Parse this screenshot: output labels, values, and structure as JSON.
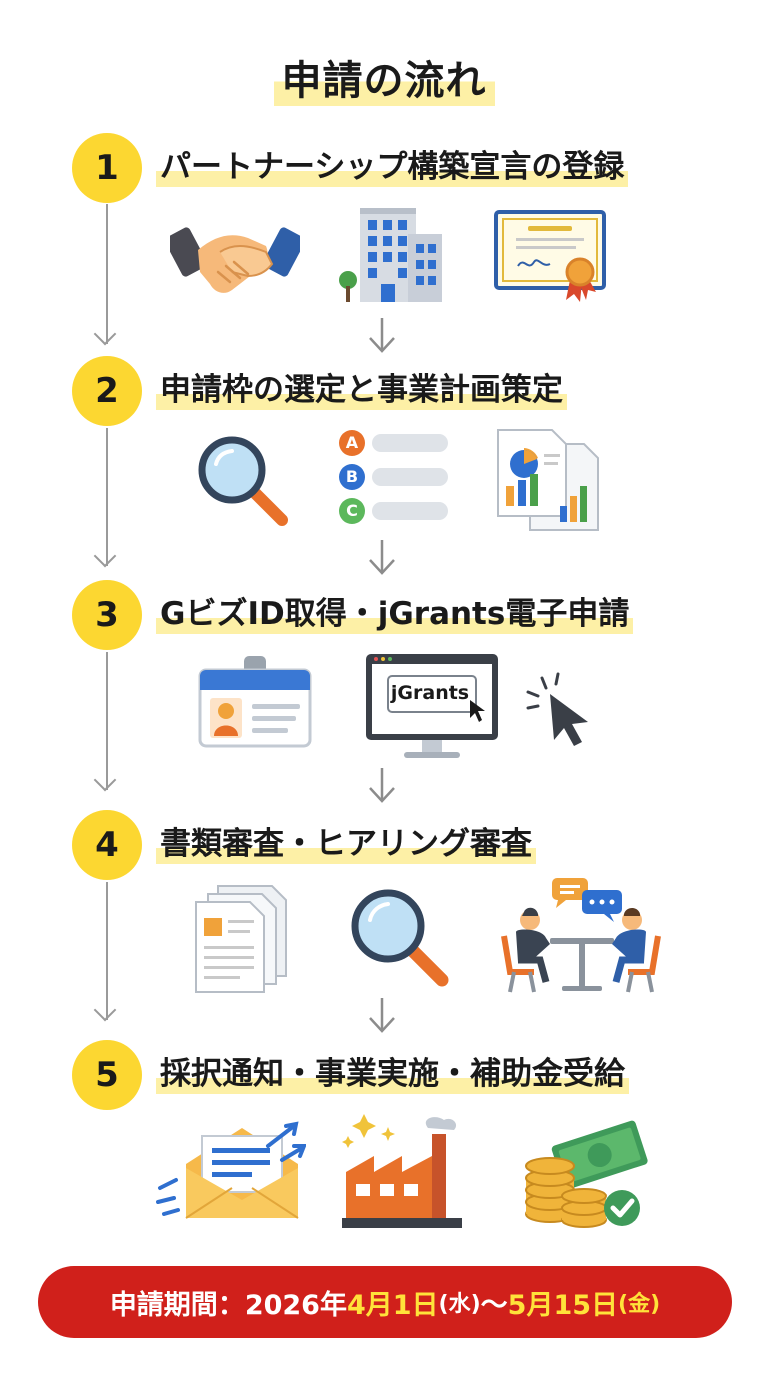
{
  "title": "申請の流れ",
  "steps": [
    {
      "number": "1",
      "title": "パートナーシップ構築宣言の登録"
    },
    {
      "number": "2",
      "title": "申請枠の選定と事業計画策定"
    },
    {
      "number": "3",
      "title": "GビズID取得・jGrants電子申請"
    },
    {
      "number": "4",
      "title": "書類審査・ヒアリング審査"
    },
    {
      "number": "5",
      "title": "採択通知・事業実施・補助金受給"
    }
  ],
  "option_letters": [
    "A",
    "B",
    "C"
  ],
  "screen_label": "jGrants",
  "footer": {
    "label": "申請期間：",
    "year": "2026年",
    "start_date": "4月1日",
    "start_day": "(水)",
    "separator": "〜",
    "end_date": "5月15日",
    "end_day": "(金)"
  },
  "colors": {
    "accent_yellow": "#fcd731",
    "highlight": "#fdf0a6",
    "footer_red": "#d0201b",
    "footer_highlight": "#ffe23a"
  },
  "icons": {
    "step1": [
      "handshake-icon",
      "office-building-icon",
      "certificate-icon"
    ],
    "step2": [
      "magnifier-icon",
      "option-list-icon",
      "report-documents-icon"
    ],
    "step3": [
      "id-card-icon",
      "monitor-jgrants-icon",
      "cursor-click-icon"
    ],
    "step4": [
      "documents-icon",
      "magnifier-icon",
      "interview-meeting-icon"
    ],
    "step5": [
      "email-notification-icon",
      "factory-icon",
      "money-coins-icon"
    ]
  }
}
